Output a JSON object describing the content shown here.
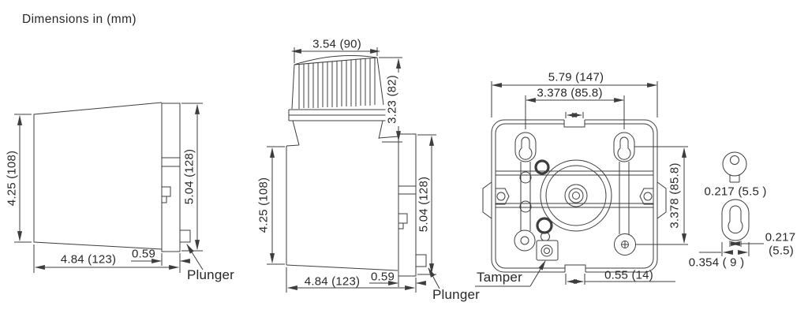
{
  "title": "Dimensions  in (mm)",
  "colors": {
    "line": "#3d3d3d",
    "text": "#282828",
    "background": "#ffffff"
  },
  "views": {
    "side": {
      "height_front": "4.25 (108)",
      "height_overall": "5.04 (128)",
      "depth": "4.84 (123)",
      "backplate_thickness": "0.59",
      "plunger_label": "Plunger"
    },
    "side_strobe": {
      "strobe_width": "3.54  (90)",
      "strobe_height": "3.23 (82)",
      "height_front": "4.25 (108)",
      "height_overall": "5.04 (128)",
      "depth": "4.84  (123)",
      "backplate_thickness": "0.59",
      "plunger_label": "Plunger"
    },
    "rear": {
      "overall_width": "5.79 (147)",
      "hole_spacing_horizontal": "3.378 (85.8)",
      "hole_spacing_vertical": "3.378 (85.8)",
      "notch_width": "0.55 (14)",
      "tamper_label": "Tamper"
    },
    "mount_detail": {
      "screw_hole_diameter": "0.217 (5.5 )",
      "slot_width": "0.217",
      "slot_width_mm": "(5.5)",
      "slot_length": "0.354 ( 9 )"
    }
  }
}
